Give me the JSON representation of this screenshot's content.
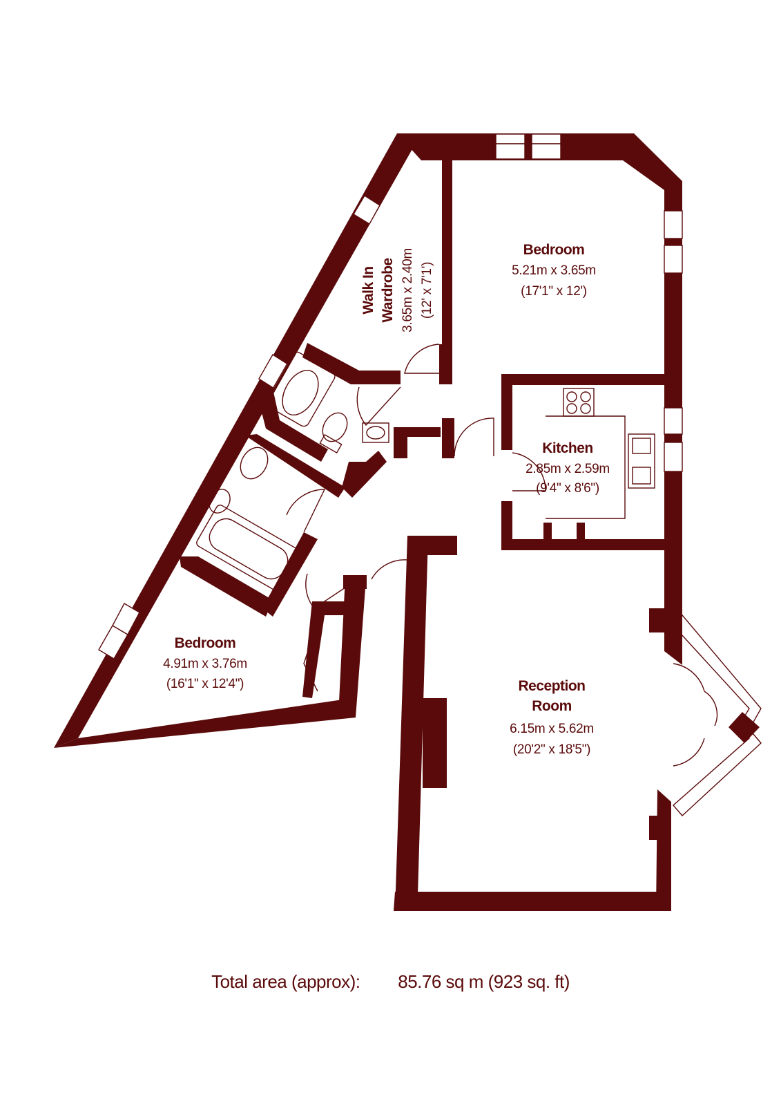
{
  "rooms": {
    "bedroom_top": {
      "name": "Bedroom",
      "dim_m": "5.21m x 3.65m",
      "dim_ft": "(17'1\" x 12')"
    },
    "walk_in_wardrobe": {
      "name_line1": "Walk In",
      "name_line2": "Wardrobe",
      "dim_m": "3.65m x 2.40m",
      "dim_ft": "(12' x 7'1')"
    },
    "kitchen": {
      "name": "Kitchen",
      "dim_m": "2.85m x 2.59m",
      "dim_ft": "(9'4\" x 8'6\")"
    },
    "bedroom_left": {
      "name": "Bedroom",
      "dim_m": "4.91m x 3.76m",
      "dim_ft": "(16'1\" x 12'4\")"
    },
    "reception": {
      "name_line1": "Reception",
      "name_line2": "Room",
      "dim_m": "6.15m x 5.62m",
      "dim_ft": "(20'2\" x 18'5\")"
    }
  },
  "total": {
    "label": "Total area (approx):",
    "value": "85.76 sq m (923 sq. ft)"
  },
  "colors": {
    "wall": "#5a0a0a",
    "background": "#ffffff"
  }
}
